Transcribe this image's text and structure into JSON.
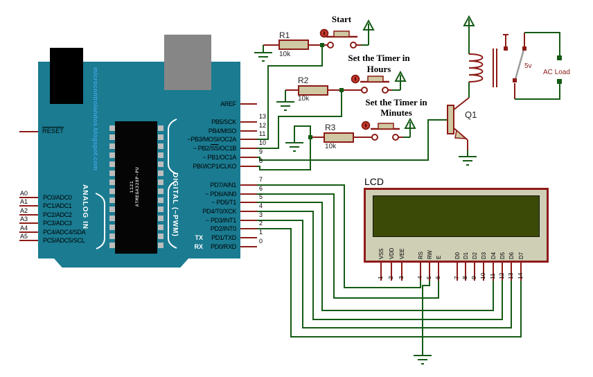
{
  "colors": {
    "board_teal": "#1a7b91",
    "wire_green": "#145a14",
    "component_red": "#8c1a15",
    "beige": "#cfc8a3",
    "lcd_screen_olive": "#3c4a08",
    "lcd_body_beige": "#cfcfb6",
    "watermark_blue": "#3fa3df",
    "indicator_red": "#c0392b",
    "usb_gray": "#868686",
    "chip_pin_gray": "#bdbdbd"
  },
  "annotations": {
    "start": "Start",
    "hours_line1": "Set the Timer in",
    "hours_line2": "Hours",
    "minutes_line1": "Set the Timer in",
    "minutes_line2": "Minutes"
  },
  "arduino": {
    "watermark": "microcontrolandos.blogspot.com",
    "chip_line1": "1121",
    "chip_line2": "ATMEGA328P-PU",
    "analog_label": "ANALOG IN",
    "digital_label": "DIGITAL (~PWM)",
    "reset": "RESET",
    "aref": "AREF",
    "tx": "TX",
    "rx": "RX",
    "left_pins": [
      {
        "num": "A0",
        "name": "PC0/ADC0"
      },
      {
        "num": "A1",
        "name": "PC1/ADC1"
      },
      {
        "num": "A2",
        "name": "PC2/ADC2"
      },
      {
        "num": "A3",
        "name": "PC3/ADC3"
      },
      {
        "num": "A4",
        "name": "PC4/ADC4/SDA"
      },
      {
        "num": "A5",
        "name": "PC5/ADC5/SCL"
      }
    ],
    "right_pins": [
      {
        "num": "",
        "pre": "AREF",
        "ovl": "",
        "post": ""
      },
      {
        "num": "13",
        "pre": "PB5/SCK",
        "ovl": "",
        "post": ""
      },
      {
        "num": "12",
        "pre": "PB4/MISO",
        "ovl": "",
        "post": ""
      },
      {
        "num": "11",
        "pre": "~PB3/MOSI/OC2A",
        "ovl": "",
        "post": ""
      },
      {
        "num": "10",
        "pre": "~ PB2/",
        "ovl": "SS",
        "post": "/OC1B"
      },
      {
        "num": "9",
        "pre": "~ PB1/OC1A",
        "ovl": "",
        "post": ""
      },
      {
        "num": "8",
        "pre": "PB0/ICP1/CLKO",
        "ovl": "",
        "post": ""
      },
      {
        "num": "7",
        "pre": "PD7/AIN1",
        "ovl": "",
        "post": ""
      },
      {
        "num": "6",
        "pre": "~ PD6/AIN0",
        "ovl": "",
        "post": ""
      },
      {
        "num": "5",
        "pre": "~ PD5/T1",
        "ovl": "",
        "post": ""
      },
      {
        "num": "4",
        "pre": "PD4/T0/XCK",
        "ovl": "",
        "post": ""
      },
      {
        "num": "3",
        "pre": "~ PD3/INT1",
        "ovl": "",
        "post": ""
      },
      {
        "num": "2",
        "pre": "PD2/INT0",
        "ovl": "",
        "post": ""
      },
      {
        "num": "1",
        "pre": "PD1/TXD",
        "ovl": "",
        "post": ""
      },
      {
        "num": "0",
        "pre": "PD0/RXD",
        "ovl": "",
        "post": ""
      }
    ]
  },
  "resistors": [
    {
      "ref": "R1",
      "value": "10k"
    },
    {
      "ref": "R2",
      "value": "10k"
    },
    {
      "ref": "R3",
      "value": "10k"
    }
  ],
  "transistor": {
    "ref": "Q1"
  },
  "relay": {
    "voltage": "5v",
    "load": "AC Load"
  },
  "lcd": {
    "title": "LCD",
    "pins": [
      {
        "num": "1",
        "name": "VSS"
      },
      {
        "num": "2",
        "name": "VDD"
      },
      {
        "num": "3",
        "name": "VEE"
      },
      {
        "num": "4",
        "name": "RS"
      },
      {
        "num": "5",
        "name": "RW"
      },
      {
        "num": "6",
        "name": "E"
      },
      {
        "num": "7",
        "name": "D0"
      },
      {
        "num": "8",
        "name": "D1"
      },
      {
        "num": "9",
        "name": "D2"
      },
      {
        "num": "10",
        "name": "D3"
      },
      {
        "num": "11",
        "name": "D4"
      },
      {
        "num": "12",
        "name": "D5"
      },
      {
        "num": "13",
        "name": "D6"
      },
      {
        "num": "14",
        "name": "D7"
      }
    ]
  }
}
